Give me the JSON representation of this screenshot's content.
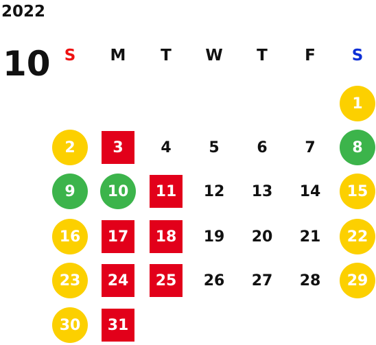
{
  "calendar": {
    "year": "2022",
    "month": "10",
    "weekdays": [
      {
        "label": "S",
        "color": "#ee1111"
      },
      {
        "label": "M",
        "color": "#111111"
      },
      {
        "label": "T",
        "color": "#111111"
      },
      {
        "label": "W",
        "color": "#111111"
      },
      {
        "label": "T",
        "color": "#111111"
      },
      {
        "label": "F",
        "color": "#111111"
      },
      {
        "label": "S",
        "color": "#0d2fd6"
      }
    ],
    "style_colors": {
      "yellow": "#fcd000",
      "green": "#3cb44b",
      "red": "#e2001a",
      "none": ""
    },
    "days": [
      {
        "day": "1",
        "style": "yellow"
      },
      {
        "day": "2",
        "style": "yellow"
      },
      {
        "day": "3",
        "style": "red"
      },
      {
        "day": "4",
        "style": "none"
      },
      {
        "day": "5",
        "style": "none"
      },
      {
        "day": "6",
        "style": "none"
      },
      {
        "day": "7",
        "style": "none"
      },
      {
        "day": "8",
        "style": "green"
      },
      {
        "day": "9",
        "style": "green"
      },
      {
        "day": "10",
        "style": "green"
      },
      {
        "day": "11",
        "style": "red"
      },
      {
        "day": "12",
        "style": "none"
      },
      {
        "day": "13",
        "style": "none"
      },
      {
        "day": "14",
        "style": "none"
      },
      {
        "day": "15",
        "style": "yellow"
      },
      {
        "day": "16",
        "style": "yellow"
      },
      {
        "day": "17",
        "style": "red"
      },
      {
        "day": "18",
        "style": "red"
      },
      {
        "day": "19",
        "style": "none"
      },
      {
        "day": "20",
        "style": "none"
      },
      {
        "day": "21",
        "style": "none"
      },
      {
        "day": "22",
        "style": "yellow"
      },
      {
        "day": "23",
        "style": "yellow"
      },
      {
        "day": "24",
        "style": "red"
      },
      {
        "day": "25",
        "style": "red"
      },
      {
        "day": "26",
        "style": "none"
      },
      {
        "day": "27",
        "style": "none"
      },
      {
        "day": "28",
        "style": "none"
      },
      {
        "day": "29",
        "style": "yellow"
      },
      {
        "day": "30",
        "style": "yellow"
      },
      {
        "day": "31",
        "style": "red"
      }
    ]
  }
}
